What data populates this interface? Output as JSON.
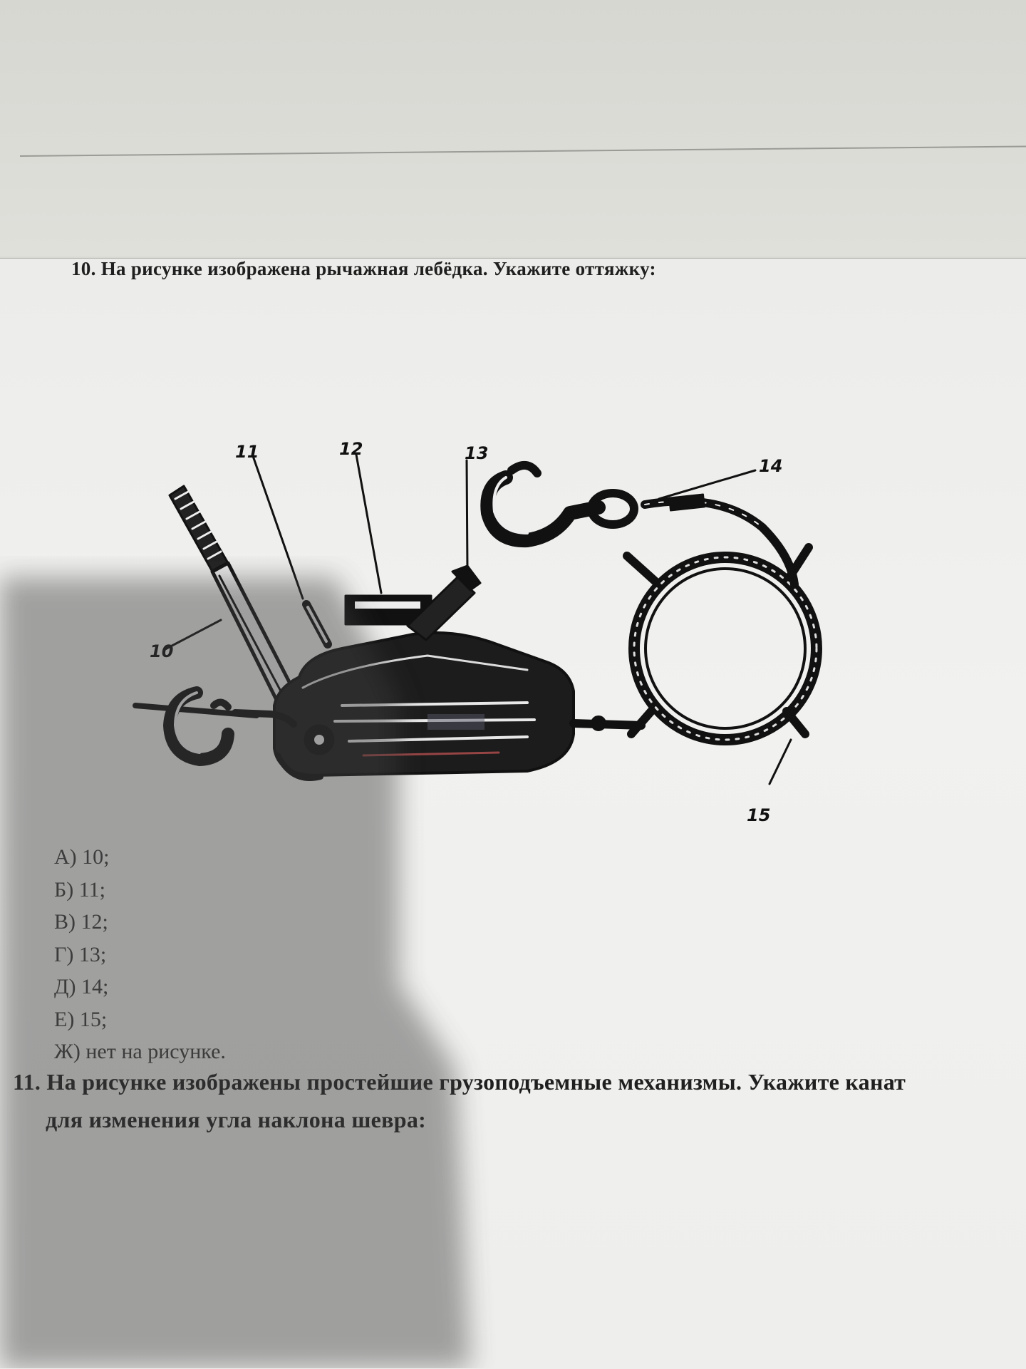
{
  "question10": {
    "title": "10. На рисунке изображена рычажная лебёдка. Укажите оттяжку:",
    "figure_labels": [
      "10",
      "11",
      "12",
      "13",
      "14",
      "15"
    ],
    "options": [
      "А) 10;",
      "Б) 11;",
      "В) 12;",
      "Г) 13;",
      "Д) 14;",
      "Е) 15;",
      "Ж) нет на рисунке."
    ]
  },
  "question11": {
    "title_line1": "11. На рисунке изображены простейшие грузоподъемные механизмы. Укажите канат",
    "title_line2": "для изменения угла наклона шевра:"
  }
}
